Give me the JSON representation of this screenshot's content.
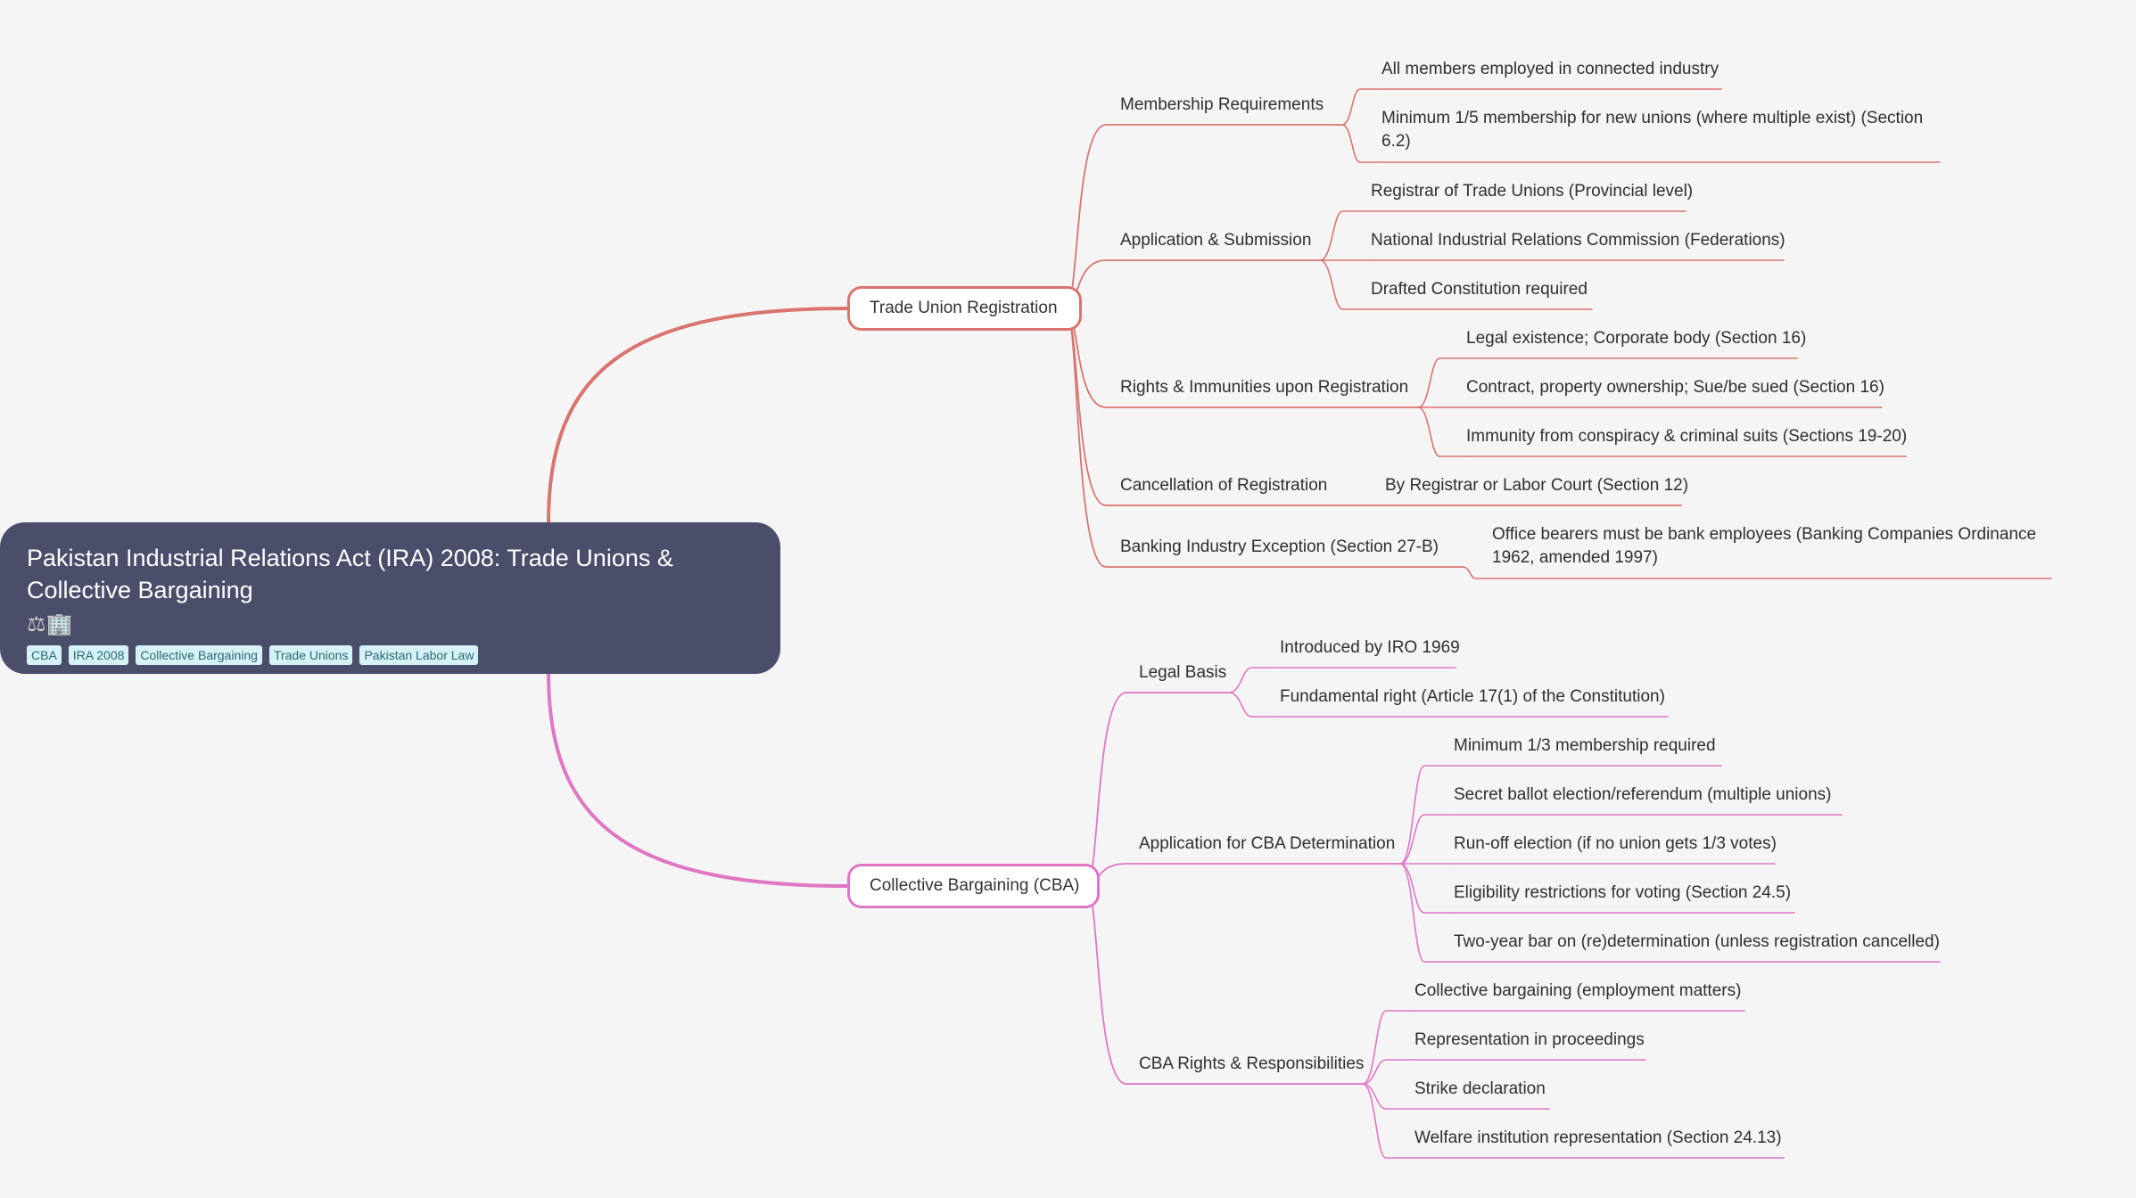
{
  "root": {
    "title": "Pakistan Industrial Relations Act (IRA) 2008: Trade Unions & Collective Bargaining",
    "icons": "⚖🏢",
    "tags": [
      "CBA",
      "IRA 2008",
      "Collective Bargaining",
      "Trade Unions",
      "Pakistan Labor Law"
    ]
  },
  "branches": [
    {
      "label": "Trade Union Registration",
      "color": "#d97470",
      "topics": [
        {
          "label": "Membership Requirements",
          "items": [
            "All members employed in connected industry",
            "Minimum 1/5 membership for new unions (where multiple exist) (Section 6.2)"
          ]
        },
        {
          "label": "Application & Submission",
          "items": [
            "Registrar of Trade Unions (Provincial level)",
            "National Industrial Relations Commission (Federations)",
            "Drafted Constitution required"
          ]
        },
        {
          "label": "Rights & Immunities upon Registration",
          "items": [
            "Legal existence; Corporate body (Section 16)",
            "Contract, property ownership; Sue/be sued (Section 16)",
            "Immunity from conspiracy & criminal suits (Sections 19-20)"
          ]
        },
        {
          "label": "Cancellation of Registration",
          "items": [
            "By Registrar or Labor Court (Section 12)"
          ]
        },
        {
          "label": "Banking Industry Exception (Section 27-B)",
          "items": [
            "Office bearers must be bank employees (Banking Companies Ordinance 1962, amended 1997)"
          ]
        }
      ]
    },
    {
      "label": "Collective Bargaining (CBA)",
      "color": "#e076c5",
      "topics": [
        {
          "label": "Legal Basis",
          "items": [
            "Introduced by IRO 1969",
            "Fundamental right (Article 17(1) of the Constitution)"
          ]
        },
        {
          "label": "Application for CBA Determination",
          "items": [
            "Minimum 1/3 membership required",
            "Secret ballot election/referendum (multiple unions)",
            "Run-off election (if no union gets 1/3 votes)",
            "Eligibility restrictions for voting (Section 24.5)",
            "Two-year bar on (re)determination (unless registration cancelled)"
          ]
        },
        {
          "label": "CBA Rights & Responsibilities",
          "items": [
            "Collective bargaining (employment matters)",
            "Representation in proceedings",
            "Strike declaration",
            "Welfare institution representation (Section 24.13)"
          ]
        }
      ]
    }
  ]
}
